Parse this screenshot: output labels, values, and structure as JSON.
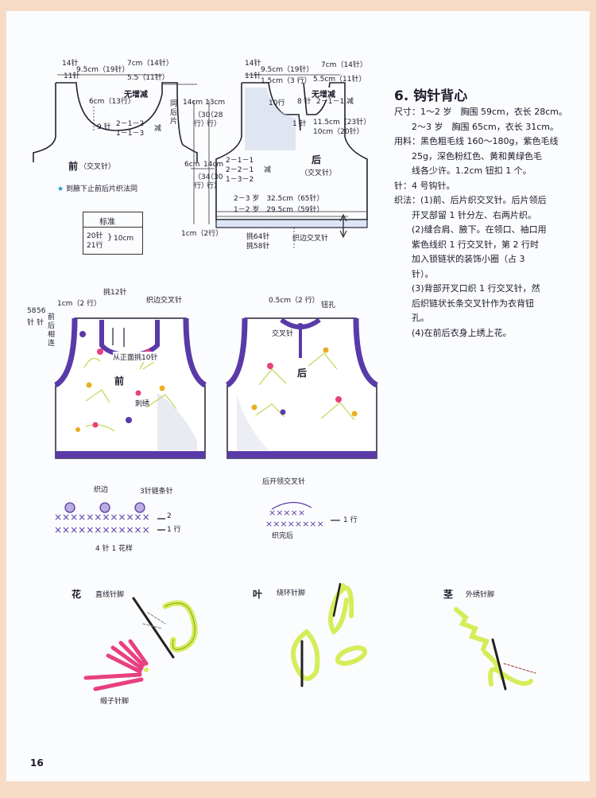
{
  "front_schematic": {
    "top_left_14": "14针",
    "top_95": "9.5cm（19针）",
    "top_11": "11针",
    "top_7cm": "7cm（14针）",
    "top_55": "5.5（11针）",
    "no_inc": "无增减",
    "neck_6cm": "6cm（13行）",
    "nine_st": "9 针",
    "dec1": "2－1－2",
    "dec2": "1－1－3",
    "dec_word": "减",
    "same_back": "同后片",
    "label_front": "前",
    "label_stitch": "（交叉针）",
    "note": "到腋下止前后片织法同"
  },
  "mid_dims": {
    "d14cm": "14cm",
    "d30": "（30行）",
    "d13cm": "13cm",
    "d28": "（28行）",
    "d6cm": "6cm",
    "d34": "（34行）",
    "d14cm_b": "14cm",
    "d30b": "（30行）",
    "d1cm": "1cm（2行）"
  },
  "back_schematic": {
    "top_14": "14针",
    "top_95": "9.5cm（19针）",
    "top_11": "11针",
    "top_15": "1.5cm（3 行）",
    "top_7cm": "7cm（14针）",
    "top_55": "5.5cm（11针）",
    "no_inc": "无增减",
    "ten_rows": "10行",
    "eight_st": "8 针",
    "dec_text": "2－1－1 减",
    "one_st": "1 针",
    "r115": "11.5cm（23针）",
    "r10": "10cm（20针）",
    "inc1": "2－1－1",
    "inc2": "2－2－1",
    "inc3": "1－3－2",
    "inc_word": "减",
    "label_back": "后",
    "label_stitch": "（交叉针）",
    "size1": "2－3 岁　32.5cm（65针）",
    "size2": "1－2 岁　29.5cm（59针）",
    "pick64": "挑64针",
    "pick58": "挑58针",
    "edge_cross": "织边交叉针"
  },
  "gauge": {
    "title": "标准",
    "l1": "20针",
    "l2": "21行",
    "val": "10cm"
  },
  "instructions": {
    "title": "6. 钩针背心",
    "lines": [
      "尺寸：1～2 岁　胸围 59cm，衣长 28cm。",
      "　　2～3 岁　胸围 65cm，衣长 31cm。",
      "用料：黑色粗毛线 160～180g，紫色毛线",
      "　　25g，深色粉红色、黄和黄绿色毛",
      "　　线各少许。1.2cm 钮扣 1 个。",
      "针：4 号钩针。",
      "织法：(1)前、后片织交叉针。后片领后",
      "　　开叉部留 1 针分左、右两片织。",
      "　　(2)缝合肩、腋下。在领口、袖口用",
      "　　紫色线织 1 行交叉针，第 2 行时",
      "　　加入锁链状的装饰小圈（占 3",
      "　　针）。",
      "　　(3)背部开叉口织 1 行交叉针，然",
      "　　后织链状长条交叉针作为衣背钮",
      "　　孔。",
      "　　(4)在前后衣身上绣上花。"
    ]
  },
  "front_garment": {
    "one_cm": "1cm（2 行）",
    "pick12": "挑12针",
    "edge": "织边交叉针",
    "n58": "58",
    "n56": "56",
    "zhen": "针",
    "joined": "前后相连",
    "from_front": "从正面挑10针",
    "label": "前",
    "embroider": "刺绣"
  },
  "back_garment": {
    "half_cm": "0.5cm（2 行）",
    "button": "钮孔",
    "cross": "交叉针",
    "label": "后"
  },
  "stitch_diagrams": {
    "edge": "织边",
    "chain3": "3针链条针",
    "r2": "2",
    "r1": "1 行",
    "pattern": "4 针 1 花样",
    "back_collar": "后开领交叉针",
    "one_row": "1 行",
    "done": "织完后"
  },
  "embroidery": {
    "flower": "花",
    "flower_stitch": "直线针脚",
    "satin": "缎子针脚",
    "leaf": "叶",
    "leaf_stitch": "绕环针脚",
    "stem": "茎",
    "stem_stitch": "外绣针脚"
  },
  "page_number": "16",
  "colors": {
    "purple": "#5a3aa8",
    "outline": "#222233",
    "pink": "#e84080",
    "yellow_green": "#d4ee5a"
  }
}
